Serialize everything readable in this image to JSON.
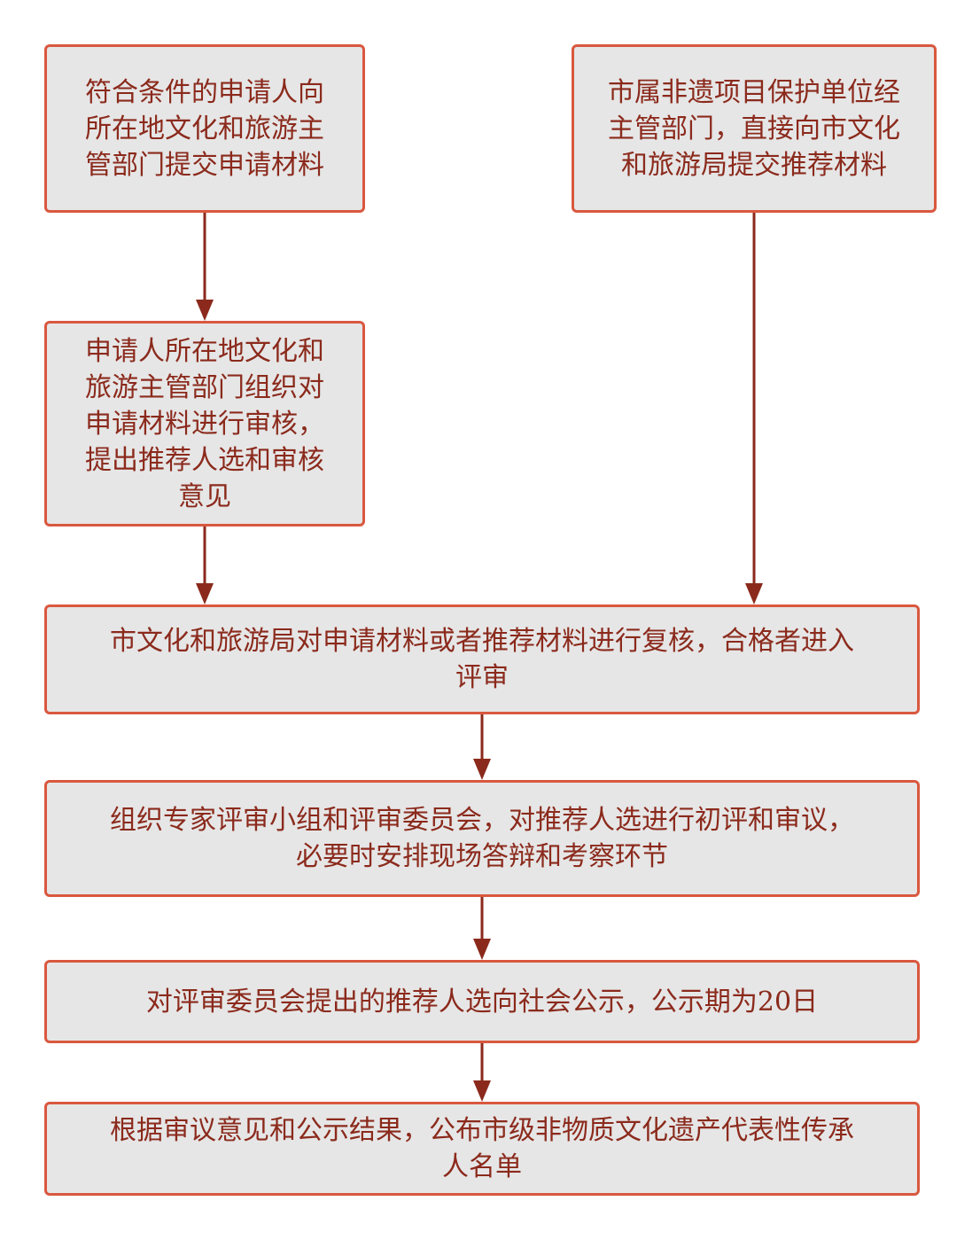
{
  "flow": {
    "step_apply": "符合条件的申请人向\n所在地文化和旅游主\n管部门提交申请材料",
    "step_city_unit": "市属非遗项目保护单位经\n主管部门，直接向市文化\n和旅游局提交推荐材料",
    "step_local_review": "申请人所在地文化和\n旅游主管部门组织对\n申请材料进行审核，\n提出推荐人选和审核\n意见",
    "step_city_recheck": "市文化和旅游局对申请材料或者推荐材料进行复核，合格者进入\n评审",
    "step_expert_review": "组织专家评审小组和评审委员会，对推荐人选进行初评和审议，\n必要时安排现场答辩和考察环节",
    "step_publicity": "对评审委员会提出的推荐人选向社会公示，公示期为20日",
    "step_publish": "根据审议意见和公示结果，公布市级非物质文化遗产代表性传承\n人名单"
  },
  "colors": {
    "box_fill": "#e6e6e6",
    "box_border": "#d9583f",
    "text": "#8b2a1c",
    "arrow": "#8b2a1c"
  }
}
